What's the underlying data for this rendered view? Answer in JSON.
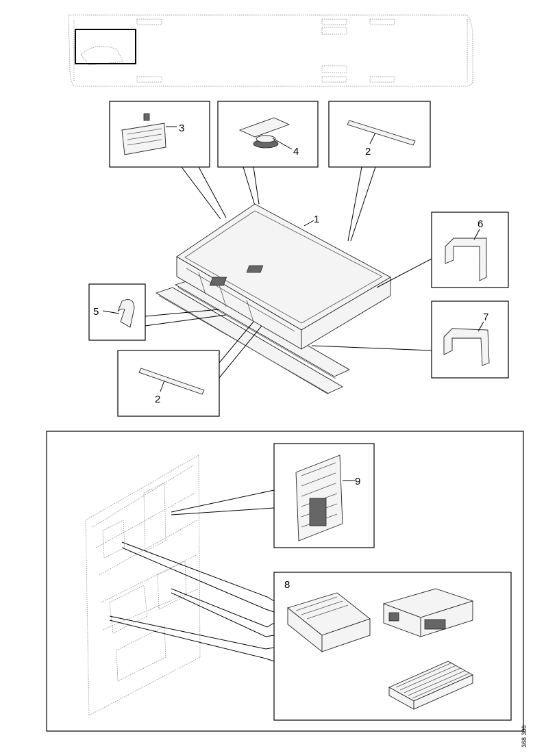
{
  "labels": {
    "l1": "1",
    "l2a": "2",
    "l2b": "2",
    "l3": "3",
    "l4": "4",
    "l5": "5",
    "l6": "6",
    "l7": "7",
    "l8": "8",
    "l9": "9"
  },
  "figure_code": "368 306"
}
